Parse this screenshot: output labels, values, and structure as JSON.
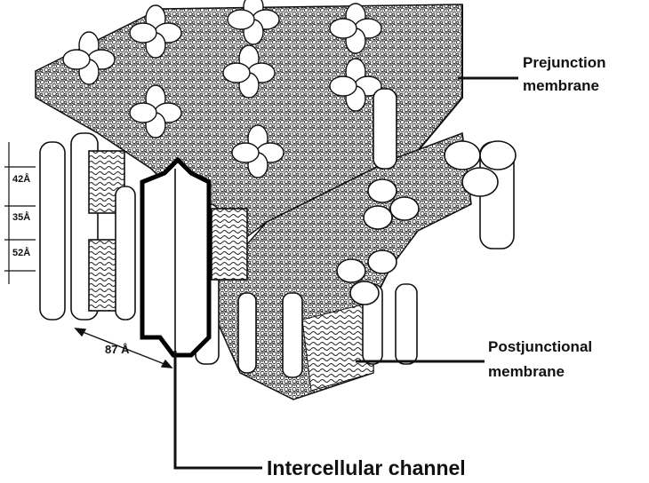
{
  "labels": {
    "prejunction_line1": "Prejunction",
    "prejunction_line2": "membrane",
    "postjunctional_line1": "Postjunctional",
    "postjunctional_line2": "membrane",
    "channel": "Intercellular channel",
    "gap_width": "87 Å",
    "thickness_top": "42Å",
    "thickness_mid": "35Å",
    "thickness_bottom": "52Å"
  },
  "colors": {
    "ink": "#111111",
    "paper": "#ffffff",
    "texture": "#d9d9d9"
  }
}
